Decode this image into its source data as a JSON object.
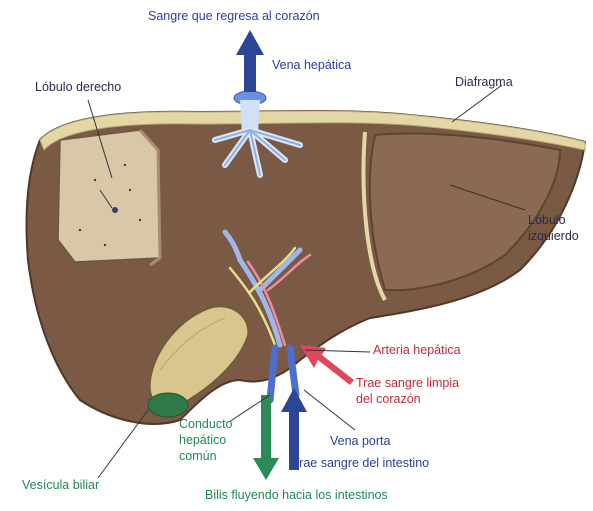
{
  "labels": {
    "top": "Sangre que regresa al corazón",
    "vena_hepatica": "Vena hepática",
    "lobulo_derecho": "Lóbulo derecho",
    "diafragma": "Diafragma",
    "lobulo_izq_1": "Lóbulo",
    "lobulo_izq_2": "izquierdo",
    "arteria": "Arteria hepática",
    "trae_limpia_1": "Trae sangre limpia",
    "trae_limpia_2": "del corazón",
    "conducto_1": "Conducto",
    "conducto_2": "hepático",
    "conducto_3": "común",
    "vena_porta": "Vena porta",
    "trae_intestino": "Trae sangre del intestino",
    "vesicula": "Vesícula biliar",
    "bilis": "Bilis fluyendo hacia los intestinos"
  },
  "colors": {
    "liver": "#7a5a44",
    "liver_dark": "#5f4434",
    "liver_light": "#a8866a",
    "diaphragm": "#e3d7a6",
    "vein_blue": "#4a6fd0",
    "artery_red": "#e0475c",
    "bile_green": "#2ea06a",
    "text_blue": "#2a3f9c"
  }
}
